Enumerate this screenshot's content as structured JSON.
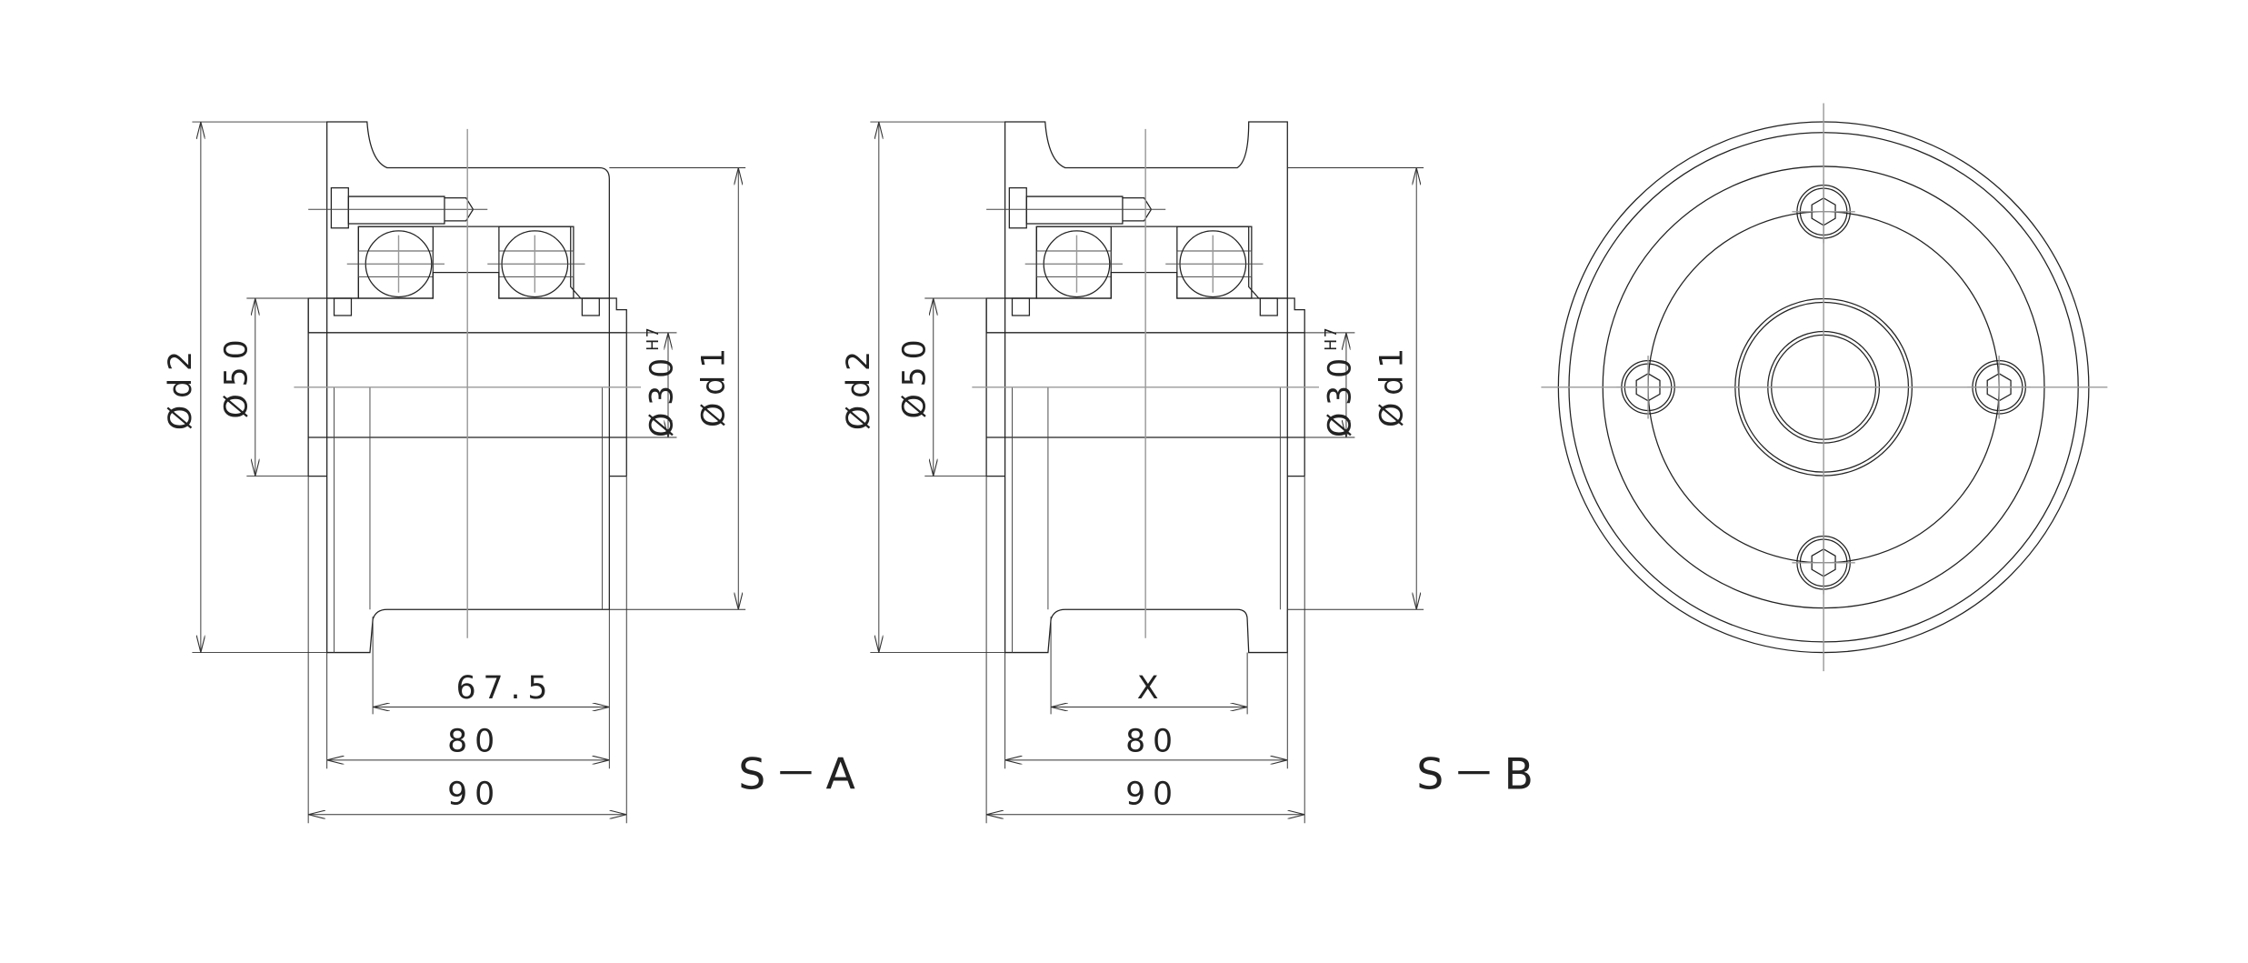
{
  "drawing": {
    "views": [
      {
        "id": "S-A",
        "title": "S－A",
        "labels": {
          "d2": "Ød2",
          "d50": "Ø50",
          "bore": "Ø30",
          "bore_tol": "H7",
          "d1": "Ød1",
          "groove_width": "67.5",
          "inner_width": "80",
          "total_width": "90"
        }
      },
      {
        "id": "S-B",
        "title": "S－B",
        "labels": {
          "d2": "Ød2",
          "d50": "Ø50",
          "bore": "Ø30",
          "bore_tol": "H7",
          "d1": "Ød1",
          "groove_width": "X",
          "inner_width": "80",
          "total_width": "90"
        }
      }
    ],
    "end_view": {
      "bolt_count": 4
    },
    "line_color": "#222222",
    "centerline_color": "#999999"
  }
}
